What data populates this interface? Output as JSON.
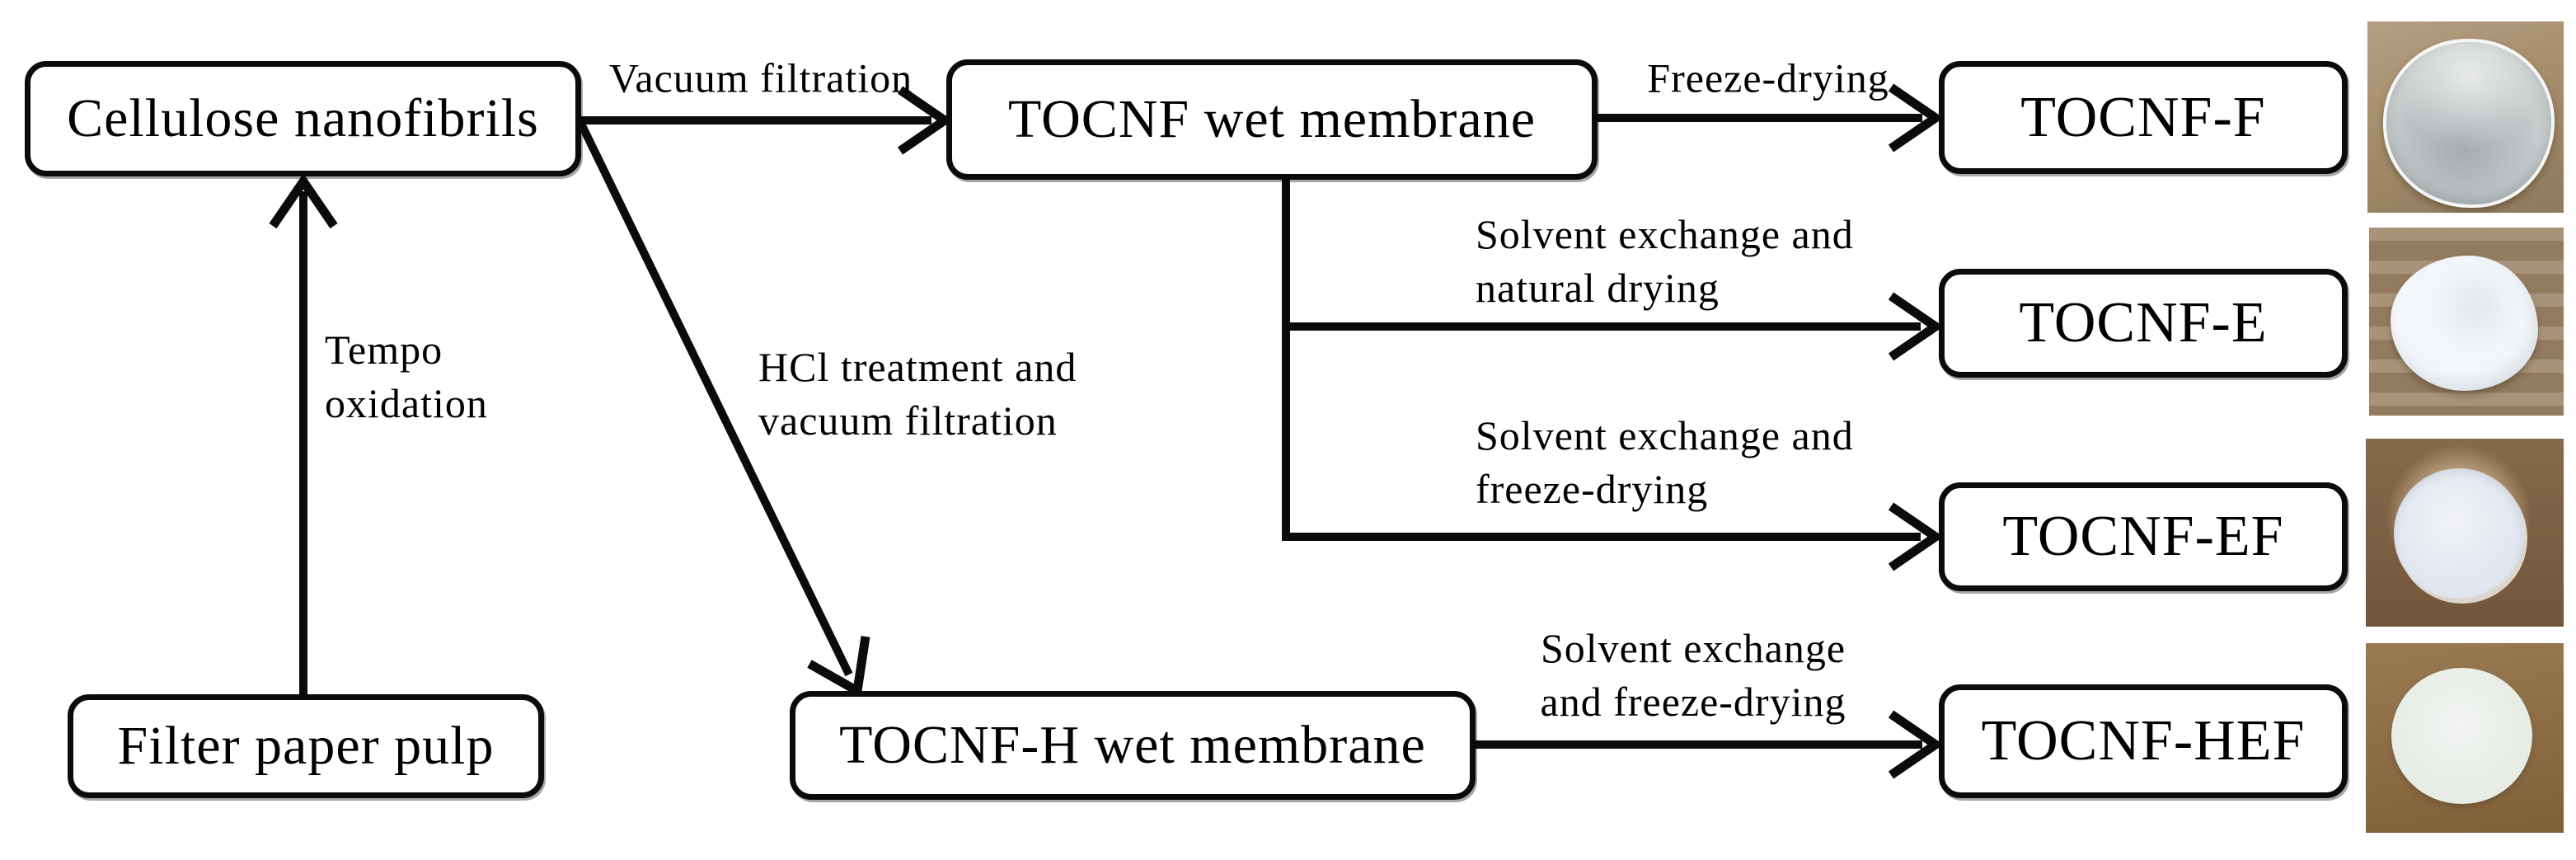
{
  "diagram": {
    "title": "TOCNF membrane preparation flowchart",
    "colors": {
      "background": "#ffffff",
      "line": "#0b0b0b",
      "box_fill": "#ffffff",
      "box_border": "#0b0b0b"
    },
    "nodes": {
      "cellulose": {
        "label": "Cellulose nanofibrils"
      },
      "tocnf_wet": {
        "label": "TOCNF wet membrane"
      },
      "tocnf_f": {
        "label": "TOCNF-F"
      },
      "tocnf_e": {
        "label": "TOCNF-E"
      },
      "tocnf_ef": {
        "label": "TOCNF-EF"
      },
      "tocnf_hef": {
        "label": "TOCNF-HEF"
      },
      "tocnf_h_wet": {
        "label": "TOCNF-H wet membrane"
      },
      "filter_paper": {
        "label": "Filter paper pulp"
      }
    },
    "edges": {
      "tempo": {
        "from": "filter_paper",
        "to": "cellulose",
        "label": "Tempo oxidation",
        "line1": "Tempo",
        "line2": "oxidation"
      },
      "vacuum": {
        "from": "cellulose",
        "to": "tocnf_wet",
        "label": "Vacuum filtration",
        "line1": "Vacuum filtration"
      },
      "hcl": {
        "from": "cellulose",
        "to": "tocnf_h_wet",
        "label": "HCl treatment and vacuum filtration",
        "line1": "HCl treatment and",
        "line2": "vacuum filtration"
      },
      "freeze": {
        "from": "tocnf_wet",
        "to": "tocnf_f",
        "label": "Freeze-drying",
        "line1": "Freeze-drying"
      },
      "solvent_natural": {
        "from": "tocnf_wet",
        "to": "tocnf_e",
        "label": "Solvent exchange and natural drying",
        "line1": "Solvent exchange and",
        "line2": "natural drying"
      },
      "solvent_freeze": {
        "from": "tocnf_wet",
        "to": "tocnf_ef",
        "label": "Solvent exchange and freeze-drying",
        "line1": "Solvent exchange and",
        "line2": "freeze-drying"
      },
      "solvent_freeze_hef": {
        "from": "tocnf_h_wet",
        "to": "tocnf_hef",
        "label": "Solvent exchange and freeze-drying",
        "line1": "Solvent exchange",
        "line2": "and freeze-drying"
      }
    },
    "photos": [
      {
        "id": "tocnf-f",
        "for_node": "tocnf_f",
        "bg": "#a68d6b",
        "membrane": "#c7cccd",
        "description": "translucent grey-white freeze-dried disc on kraft paper"
      },
      {
        "id": "tocnf-e",
        "for_node": "tocnf_e",
        "bg": "#9d8466",
        "membrane": "#f4f7fa",
        "description": "bright white wrinkled naturally-dried membrane on kraft paper"
      },
      {
        "id": "tocnf-ef",
        "for_node": "tocnf_ef",
        "bg": "#7f6040",
        "membrane": "#e2e6ee",
        "description": "white round membrane disc on dark kraft paper"
      },
      {
        "id": "tocnf-hef",
        "for_node": "tocnf_hef",
        "bg": "#8f6b3f",
        "membrane": "#e7ece6",
        "description": "pale mint-white round membrane disc on kraft paper"
      }
    ]
  }
}
